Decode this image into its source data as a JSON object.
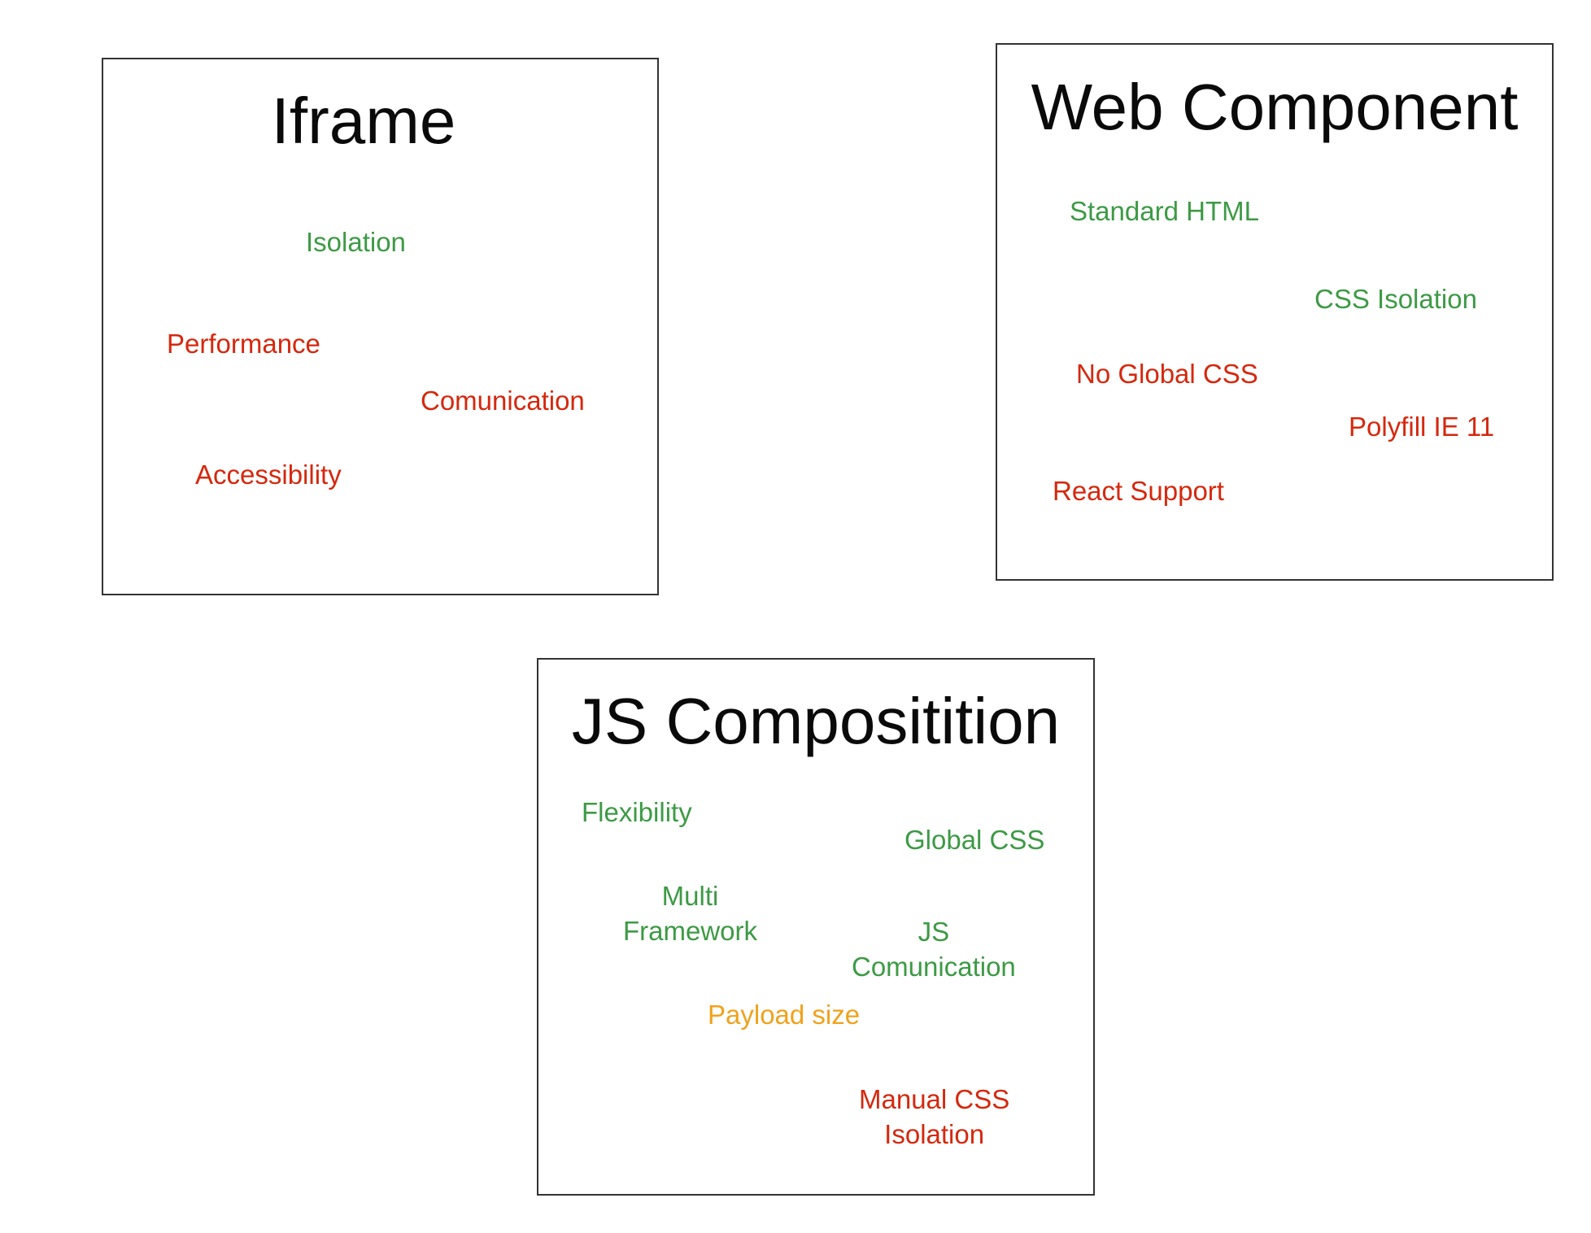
{
  "boxes": {
    "iframe": {
      "title": "Iframe",
      "items": [
        {
          "text": "Isolation",
          "kind": "pro"
        },
        {
          "text": "Performance",
          "kind": "con"
        },
        {
          "text": "Comunication",
          "kind": "con"
        },
        {
          "text": "Accessibility",
          "kind": "con"
        }
      ]
    },
    "web_component": {
      "title": "Web Component",
      "items": [
        {
          "text": "Standard HTML",
          "kind": "pro"
        },
        {
          "text": "CSS Isolation",
          "kind": "pro"
        },
        {
          "text": "No Global CSS",
          "kind": "con"
        },
        {
          "text": "Polyfill IE 11",
          "kind": "con"
        },
        {
          "text": "React Support",
          "kind": "con"
        }
      ]
    },
    "js_composition": {
      "title": "JS Compositition",
      "items": [
        {
          "text": "Flexibility",
          "kind": "pro"
        },
        {
          "text": "Global CSS",
          "kind": "pro"
        },
        {
          "text": "Multi\nFramework",
          "kind": "pro"
        },
        {
          "text": "JS\nComunication",
          "kind": "pro"
        },
        {
          "text": "Payload size",
          "kind": "neutral"
        },
        {
          "text": "Manual CSS\nIsolation",
          "kind": "con"
        }
      ]
    }
  },
  "colors": {
    "pro": "#3d9a45",
    "con": "#d5280e",
    "neutral": "#f0a21d",
    "title": "#0a0a0a",
    "border": "#333333"
  }
}
